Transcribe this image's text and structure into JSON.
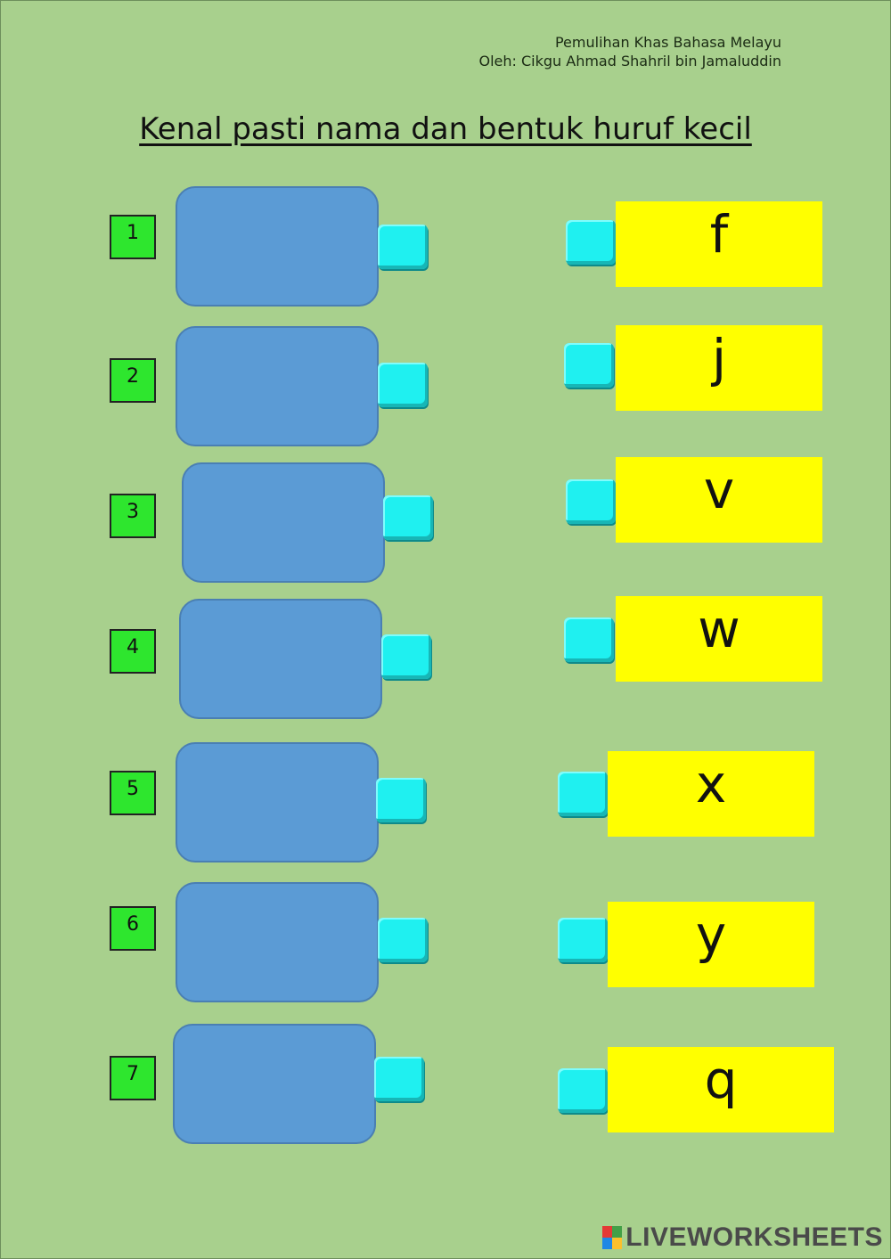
{
  "header": {
    "line1": "Pemulihan Khas Bahasa Melayu",
    "line2": "Oleh: Cikgu Ahmad Shahril bin Jamaluddin"
  },
  "title": "Kenal pasti nama dan bentuk huruf kecil",
  "numbers": [
    "1",
    "2",
    "3",
    "4",
    "5",
    "6",
    "7"
  ],
  "letters": [
    "f",
    "j",
    "v",
    "w",
    "x",
    "y",
    "q"
  ],
  "brand": {
    "name": "LIVEWORKSHEETS",
    "colors": [
      "#e53935",
      "#43a047",
      "#1e88e5",
      "#fbc02d"
    ]
  }
}
